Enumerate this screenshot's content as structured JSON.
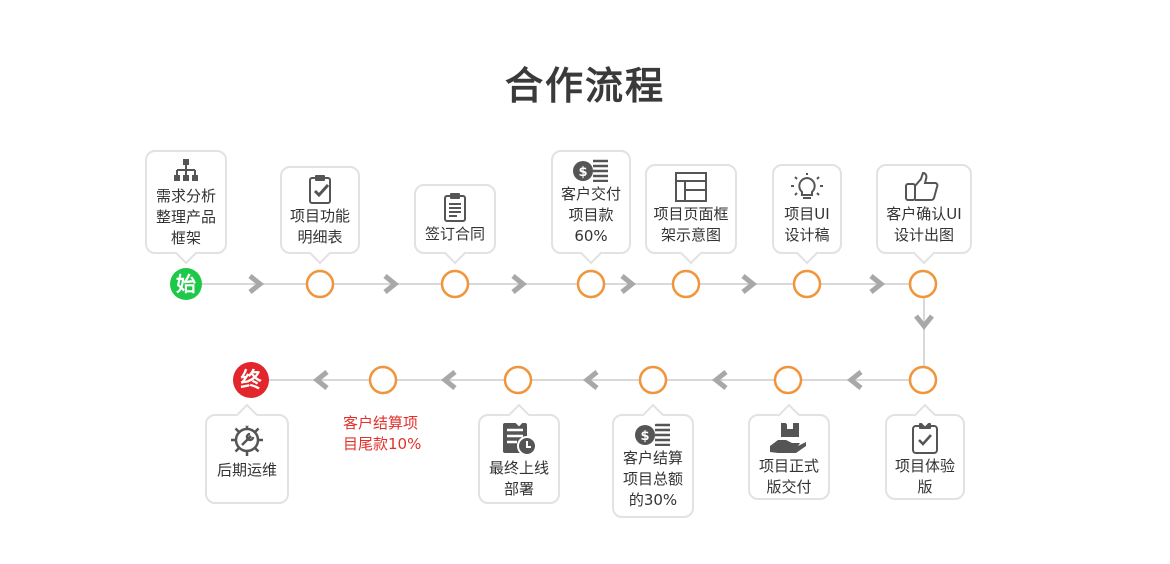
{
  "title": "合作流程",
  "start_label": "始",
  "end_label": "终",
  "steps_top": [
    {
      "text": "需求分析整理产品框架",
      "icon": "sitemap-icon"
    },
    {
      "text": "项目功能明细表",
      "icon": "clipboard-check-icon"
    },
    {
      "text": "签订合同",
      "icon": "contract-icon"
    },
    {
      "text": "客户交付项目款60%",
      "icon": "coins-icon"
    },
    {
      "text": "项目页面框架示意图",
      "icon": "wireframe-icon"
    },
    {
      "text": "项目UI设计稿",
      "icon": "lightbulb-icon"
    },
    {
      "text": "客户确认UI设计出图",
      "icon": "thumbs-up-icon"
    }
  ],
  "steps_bottom": [
    {
      "text": "项目体验版",
      "icon": "checklist-icon"
    },
    {
      "text": "项目正式版交付",
      "icon": "hand-box-icon"
    },
    {
      "text": "客户结算项目总额的30%",
      "icon": "coins-icon"
    },
    {
      "text": "最终上线部署",
      "icon": "server-clock-icon"
    },
    {
      "text": "客户结算项目尾款10%",
      "icon": ""
    },
    {
      "text": "后期运维",
      "icon": "gear-wrench-icon"
    }
  ],
  "colors": {
    "accent": "#f0953c",
    "line": "#d9d9d9",
    "chevron": "#a8a8a8",
    "start": "#1ec94a",
    "end": "#e3262b",
    "highlight_text": "#e0322b"
  }
}
